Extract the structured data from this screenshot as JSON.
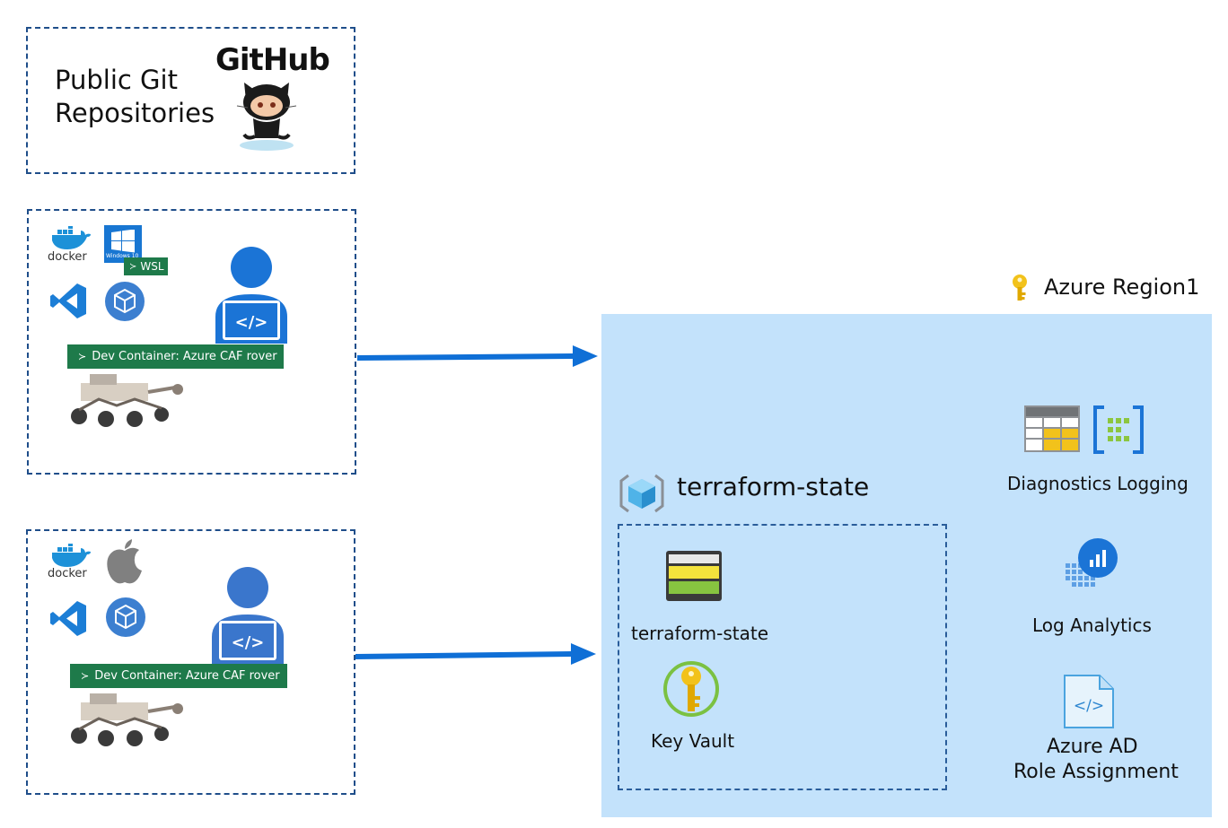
{
  "github_box": {
    "title_line1": "Public Git",
    "title_line2": "Repositories",
    "logo_text": "GitHub"
  },
  "dev_box_1": {
    "docker_label": "docker",
    "windows_label": "Windows 10",
    "wsl_label": "WSL",
    "devcontainer_label": "Dev Container: Azure CAF rover"
  },
  "dev_box_2": {
    "docker_label": "docker",
    "devcontainer_label": "Dev Container: Azure CAF rover"
  },
  "azure": {
    "region_label": "Azure Region1",
    "resource_group_label": "terraform-state",
    "storage_label": "terraform-state",
    "keyvault_label": "Key Vault",
    "diagnostics_label": "Diagnostics Logging",
    "log_analytics_label": "Log Analytics",
    "role_assignment_line1": "Azure AD",
    "role_assignment_line2": "Role Assignment"
  },
  "colors": {
    "arrow": "#0f6fd6",
    "region_bg": "#c3e2fb",
    "dev_bar": "#1e7a4a",
    "box_border": "#1f4e8a"
  }
}
